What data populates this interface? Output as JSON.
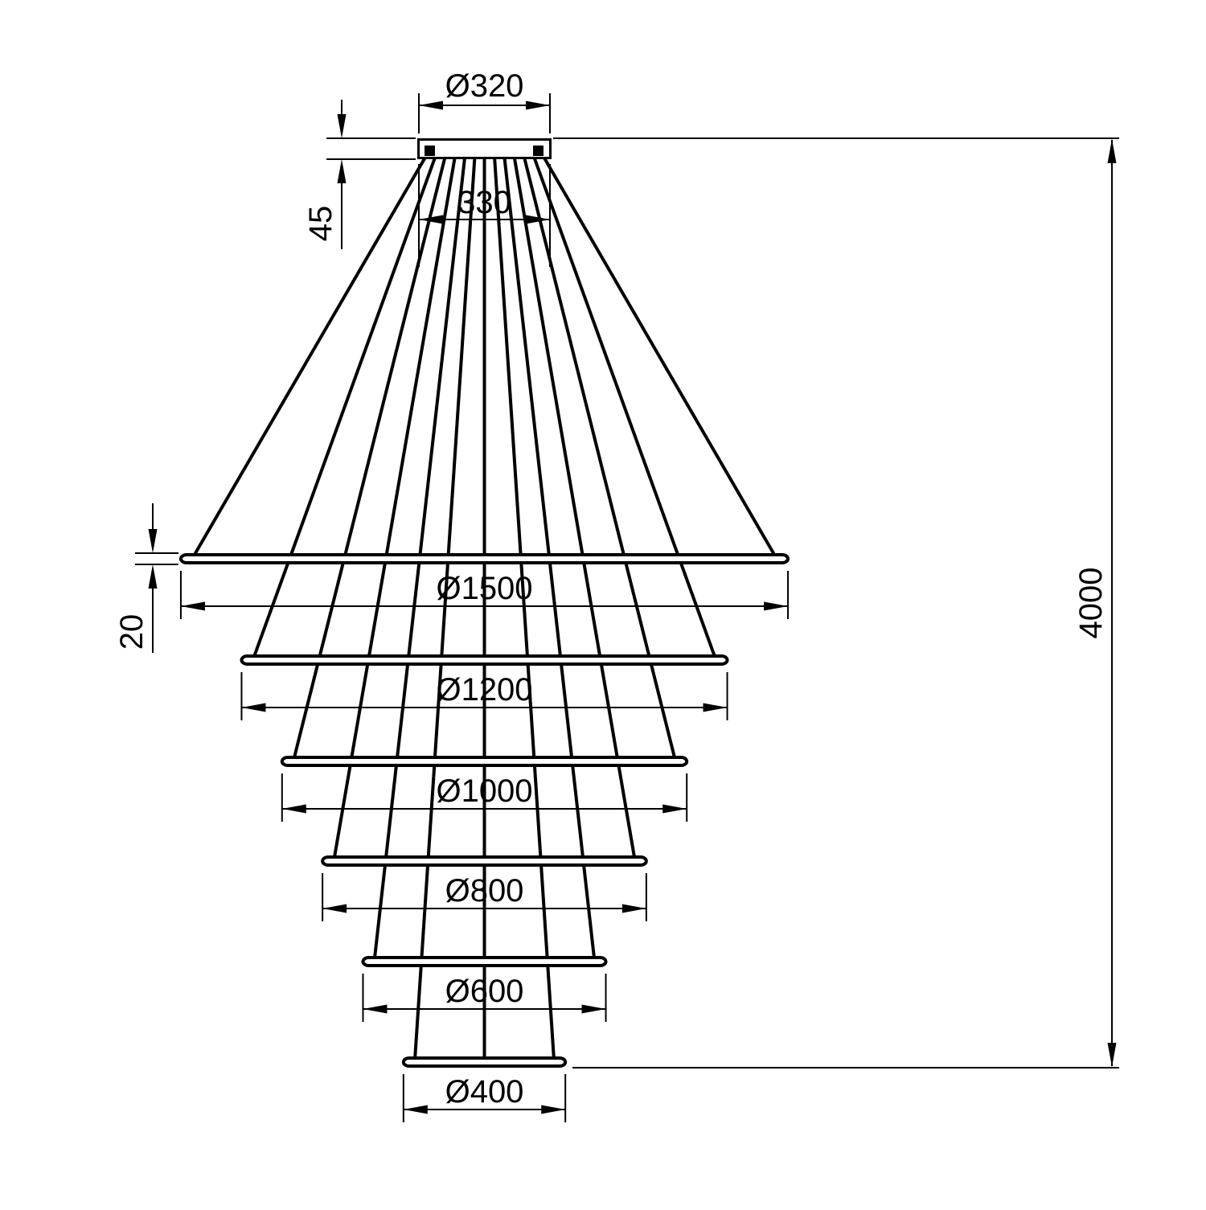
{
  "drawing": {
    "type": "technical-dimension-drawing",
    "subject": "six-tier ring pendant chandelier suspension diagram",
    "colors": {
      "ink": "#000000",
      "background": "#ffffff"
    },
    "canopy": {
      "diameter_label": "Ø320",
      "diameter_mm": 320,
      "height_label": "45",
      "height_mm": 45,
      "cable_spread_label": "330",
      "cable_spread_mm": 330,
      "screw_count": 2
    },
    "overall": {
      "height_label": "4000",
      "height_mm": 4000
    },
    "ring_thickness": {
      "label": "20",
      "mm": 20
    },
    "rings": [
      {
        "label": "Ø1500",
        "diameter_mm": 1500
      },
      {
        "label": "Ø1200",
        "diameter_mm": 1200
      },
      {
        "label": "Ø1000",
        "diameter_mm": 1000
      },
      {
        "label": "Ø800",
        "diameter_mm": 800
      },
      {
        "label": "Ø600",
        "diameter_mm": 600
      },
      {
        "label": "Ø400",
        "diameter_mm": 400
      }
    ],
    "suspension": {
      "cables_per_ring": 2,
      "center_cable": 1,
      "total_cables": 13
    }
  }
}
